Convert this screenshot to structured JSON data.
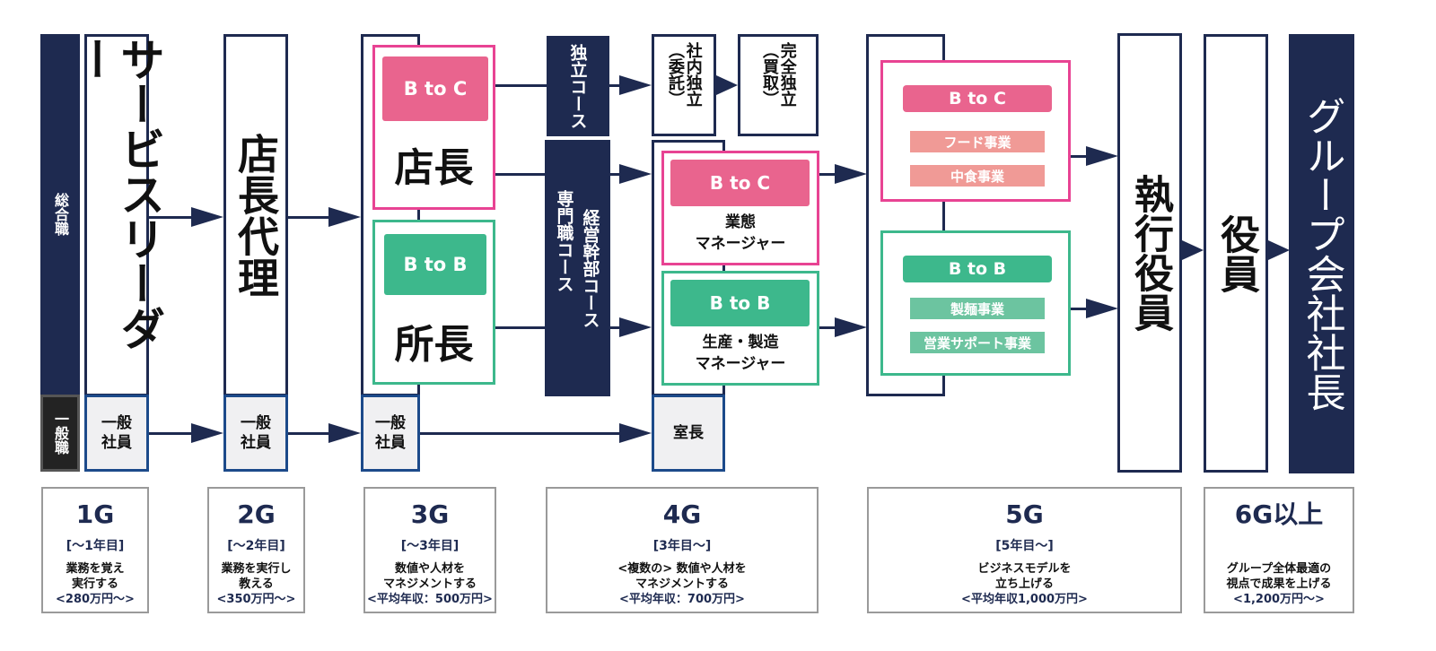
{
  "colors": {
    "navy": "#1e2a50",
    "pink_border": "#e84393",
    "pink_header": "#e9648e",
    "pink_sub": "#f09a96",
    "green": "#3db88c",
    "green_sub": "#6cc4a0",
    "low_border": "#1c4a8a"
  },
  "tracks": {
    "general": "総合職",
    "ordinary": "一般職"
  },
  "roles": {
    "service_leader": "サービスリーダー",
    "deputy_manager": "店長代理",
    "store_manager": "店長",
    "office_manager": "所長",
    "btoc": "B to C",
    "btob": "B to B",
    "independent_course": "独立コース",
    "internal_independent": "社内独立（委託）",
    "full_independent": "完全独立（買取）",
    "exec_course": "経営幹部コース",
    "specialist_course": "専門職コース",
    "business_manager": "業態\nマネージャー",
    "business_manager_l1": "業態",
    "business_manager_l2": "マネージャー",
    "production_manager_l1": "生産・製造",
    "production_manager_l2": "マネージャー",
    "food_business": "フード事業",
    "deli_business": "中食事業",
    "noodle_business": "製麺事業",
    "sales_support_business": "営業サポート事業",
    "executive_officer": "執行役員",
    "director": "役員",
    "group_president": "グループ会社社長",
    "general_staff_l1": "一般",
    "general_staff_l2": "社員",
    "section_chief": "室長"
  },
  "grades": [
    {
      "grade": "1G",
      "years": "[～1年目]",
      "desc1": "業務を覚え",
      "desc2": "実行する",
      "salary": "<280万円～>"
    },
    {
      "grade": "2G",
      "years": "[～2年目]",
      "desc1": "業務を実行し",
      "desc2": "教える",
      "salary": "<350万円～>"
    },
    {
      "grade": "3G",
      "years": "[～3年目]",
      "desc1": "数値や人材を",
      "desc2": "マネジメントする",
      "salary": "<平均年収：500万円>"
    },
    {
      "grade": "4G",
      "years": "[3年目～]",
      "desc1": "<複数の> 数値や人材を",
      "desc2": "マネジメントする",
      "salary": "<平均年収：700万円>"
    },
    {
      "grade": "5G",
      "years": "[5年目～]",
      "desc1": "ビジネスモデルを",
      "desc2": "立ち上げる",
      "salary": "<平均年収1,000万円>"
    },
    {
      "grade": "6G以上",
      "years": "",
      "desc1": "グループ全体最適の",
      "desc2": "視点で成果を上げる",
      "salary": "<1,200万円～>"
    }
  ]
}
